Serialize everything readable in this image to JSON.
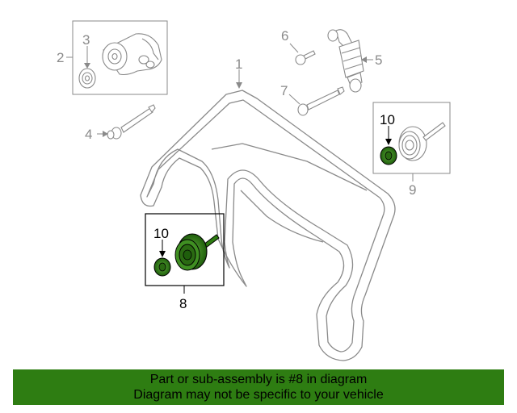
{
  "callouts": {
    "c1": "1",
    "c2": "2",
    "c3": "3",
    "c4": "4",
    "c5": "5",
    "c6": "6",
    "c7": "7",
    "c8": "8",
    "c9": "9",
    "c10a": "10",
    "c10b": "10"
  },
  "banner": {
    "line1": "Part or sub-assembly is #8 in diagram",
    "line2": "Diagram may not be specific to your vehicle"
  },
  "colors": {
    "highlight": "#2e7d12",
    "line": "#8a8a8a",
    "ink": "#000000"
  }
}
